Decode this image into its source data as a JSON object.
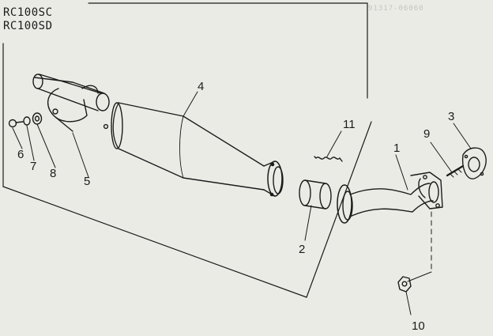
{
  "models": [
    "RC100SC",
    "RC100SD"
  ],
  "stamp": "91317-06060",
  "callouts": {
    "c1": "1",
    "c2": "2",
    "c3": "3",
    "c4": "4",
    "c5": "5",
    "c6": "6",
    "c7": "7",
    "c8": "8",
    "c9": "9",
    "c10": "10",
    "c11": "11"
  },
  "parts": [
    {
      "name": "exhaust-pipe",
      "callout": "1"
    },
    {
      "name": "pipe-sleeve",
      "callout": "2"
    },
    {
      "name": "gasket",
      "callout": "3"
    },
    {
      "name": "muffler",
      "callout": "4"
    },
    {
      "name": "muffler-bracket",
      "callout": "5"
    },
    {
      "name": "bolt",
      "callout": "6"
    },
    {
      "name": "spring-washer",
      "callout": "7"
    },
    {
      "name": "flat-washer",
      "callout": "8"
    },
    {
      "name": "stud-bolt",
      "callout": "9"
    },
    {
      "name": "nut",
      "callout": "10"
    },
    {
      "name": "spring",
      "callout": "11"
    }
  ],
  "colors": {
    "ink": "#1b1b1b",
    "paper": "#ebebe6",
    "shade": "#d8d8d2"
  }
}
